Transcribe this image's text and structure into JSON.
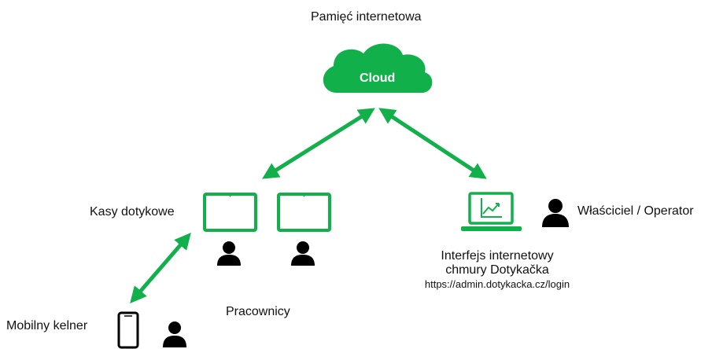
{
  "cloud": {
    "caption": "Pamięć internetowa",
    "label": "Cloud",
    "icon": "cloud-icon"
  },
  "terminals": {
    "label": "Kasy dotykowe",
    "icon": "tablet-icon",
    "count": 2
  },
  "staff": {
    "label": "Pracownicy",
    "icon": "person-icon"
  },
  "mobile": {
    "label": "Mobilny kelner",
    "icon": "smartphone-icon"
  },
  "owner": {
    "label": "Właściciel / Operator",
    "icon": "person-icon"
  },
  "web_interface": {
    "line1": "Interfejs internetowy",
    "line2": "chmury Dotykačka",
    "url": "https://admin.dotykacka.cz/login",
    "icon": "laptop-chart-icon"
  },
  "colors": {
    "accent": "#12b04b",
    "text": "#111111",
    "icon_dark": "#000000"
  }
}
